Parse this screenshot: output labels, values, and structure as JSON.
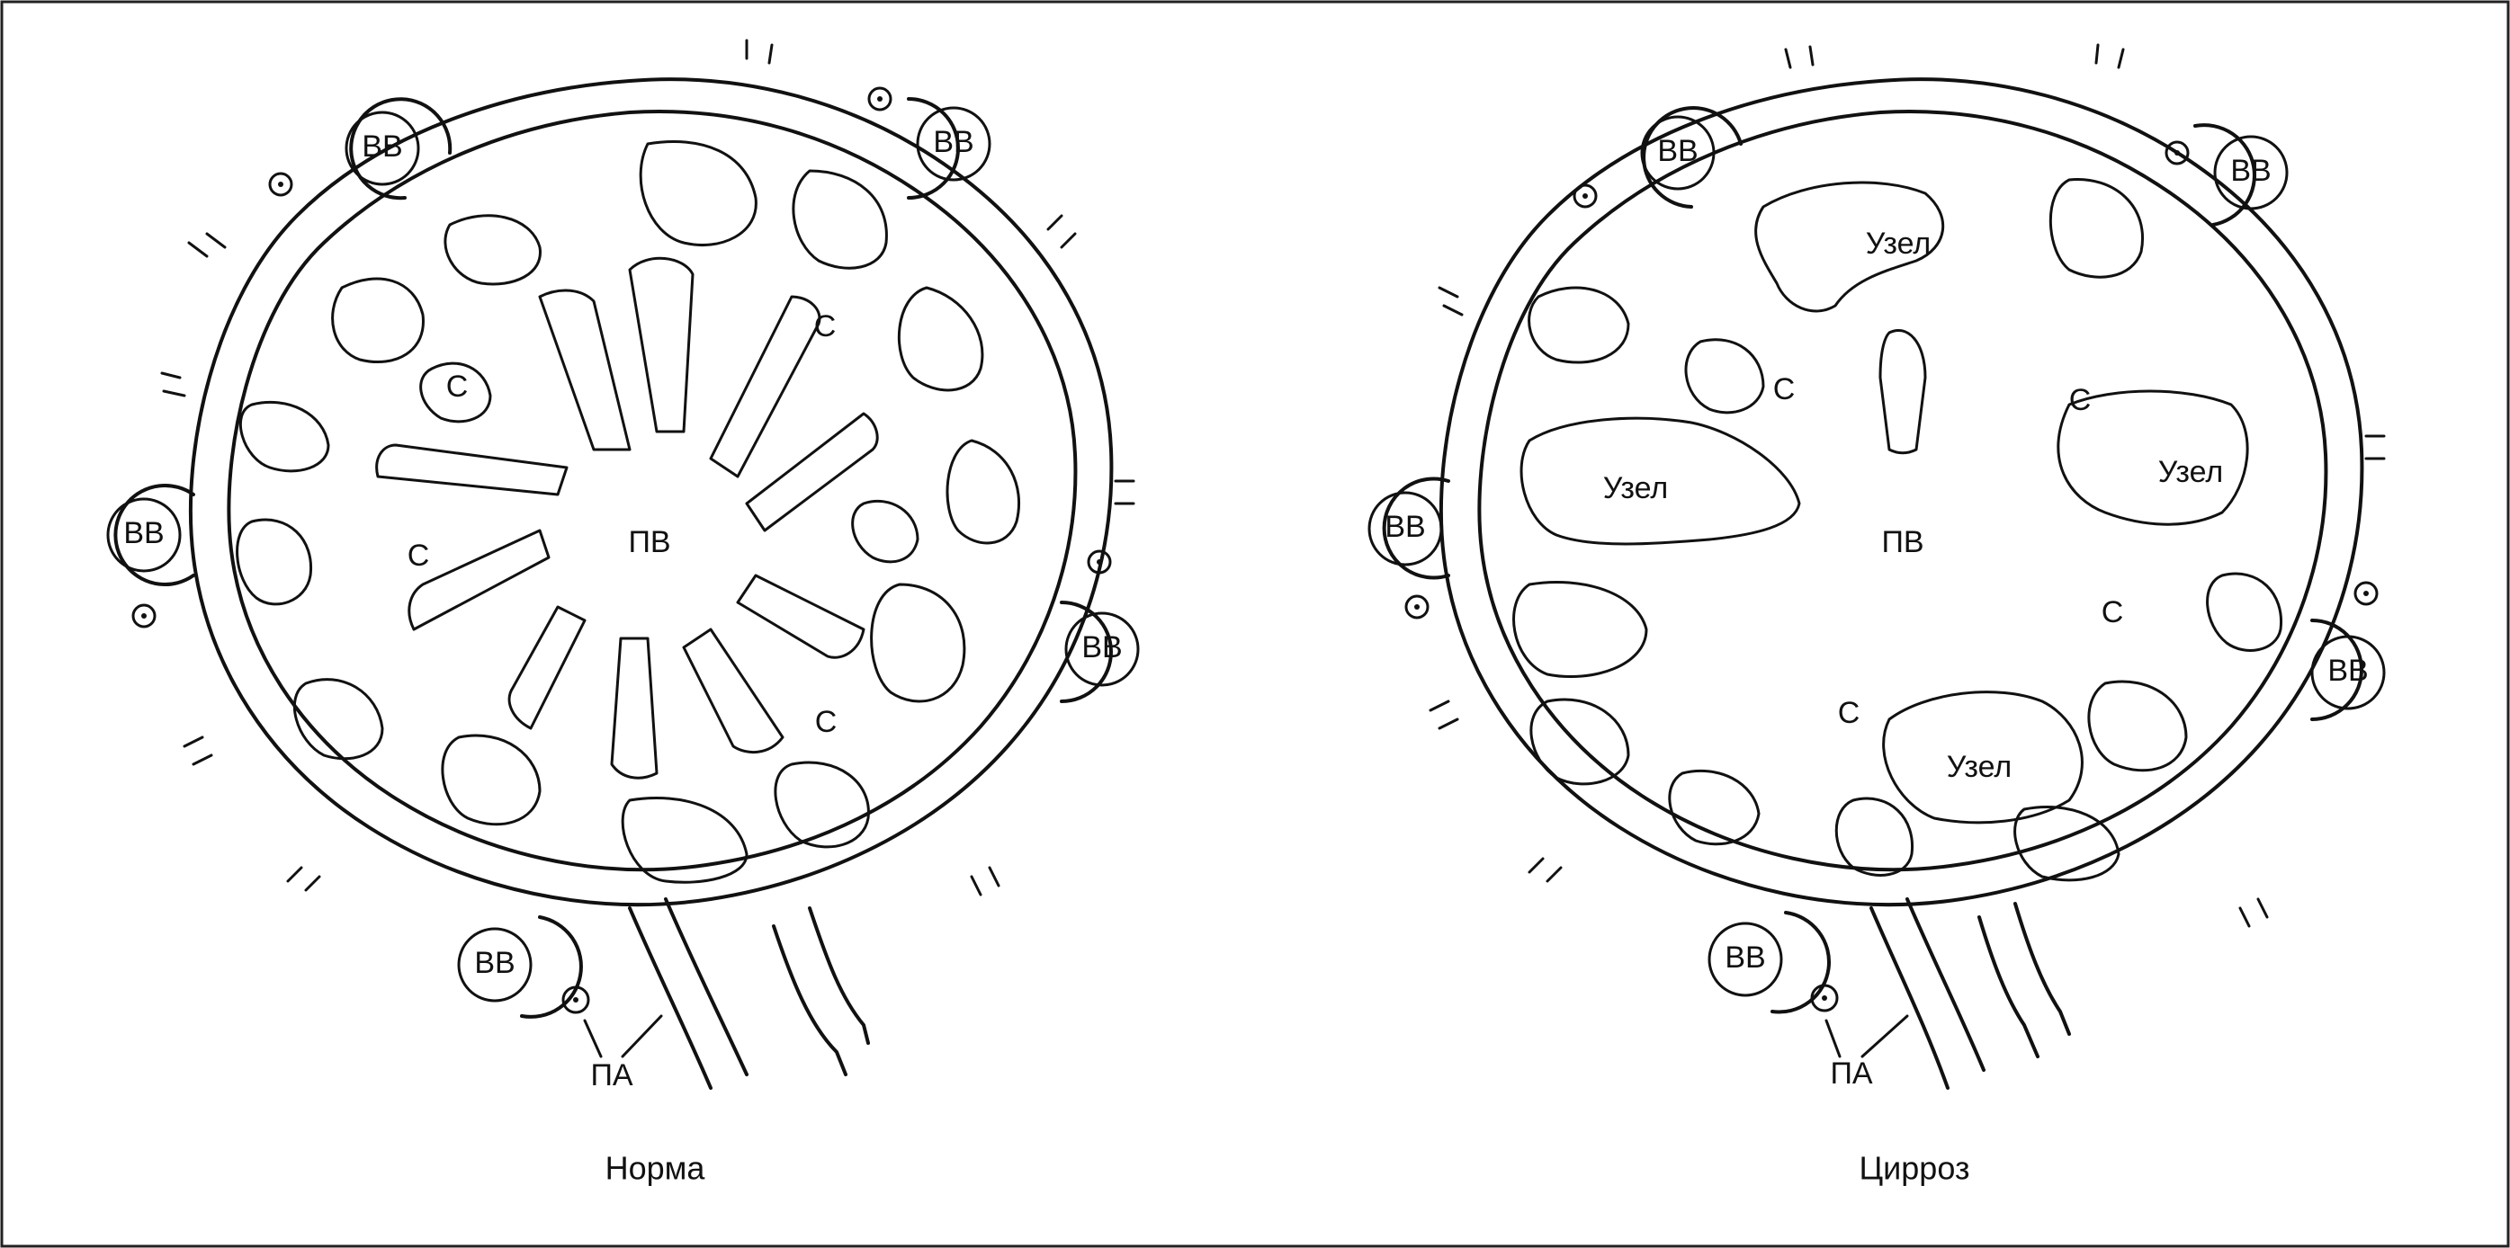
{
  "panels": {
    "normal": {
      "caption": "Норма",
      "center_label": "ПВ",
      "hepatic_vein_label": "ВВ",
      "sinusoid_label": "С",
      "artery_label": "ПА"
    },
    "cirrhosis": {
      "caption": "Цирроз",
      "center_label": "ПВ",
      "hepatic_vein_label": "ВВ",
      "sinusoid_label": "С",
      "artery_label": "ПА",
      "nodule_label": "Узел"
    }
  }
}
